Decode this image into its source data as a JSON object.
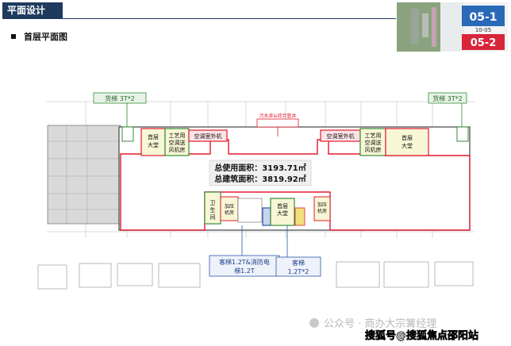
{
  "header": {
    "title": "平面设计",
    "subtitle": "首层平面图"
  },
  "thumbnail": {
    "tag_top": "05-1",
    "tag_mid": "10-05",
    "tag_bottom": "05-2",
    "accent_top": "#2a69b8",
    "accent_bottom": "#d8253a"
  },
  "plan": {
    "elevator_left": "货梯 3T*2",
    "elevator_right": "货梯 3T*2",
    "shaft_label": "污水井&综合管井",
    "lobby_left": [
      "首层",
      "大堂"
    ],
    "lobby_right": [
      "首层",
      "大堂"
    ],
    "fan_left": [
      "工艺用",
      "空调送",
      "风机房"
    ],
    "fan_right": [
      "工艺用",
      "空调送",
      "风机房"
    ],
    "ac_left": "空调室外机",
    "ac_right": "空调室外机",
    "usable_area": "总使用面积：3193.71㎡",
    "building_area": "总建筑面积：3819.92㎡",
    "toilet": [
      "卫",
      "生",
      "间"
    ],
    "pressure_left": [
      "加压",
      "机房"
    ],
    "lobby_center": [
      "首层",
      "大堂"
    ],
    "pressure_right": [
      "加压",
      "机房"
    ],
    "passenger_left": [
      "客梯1.2T&消防电",
      "梯1.2T"
    ],
    "passenger_right": [
      "客梯",
      "1.2T*2"
    ]
  },
  "watermark": {
    "line1": "公众号 · 商办大宗篝经理",
    "line2": "搜狐号@搜狐焦点邵阳站"
  },
  "colors": {
    "red": "#e21b2e",
    "green": "#3a8a3a",
    "blue": "#2c56a8"
  }
}
